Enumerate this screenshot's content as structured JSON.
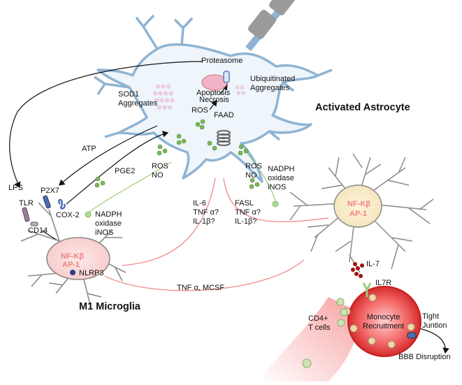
{
  "neuron": {
    "proteasome": "Proteasome",
    "ubiquitinated_aggregates": "Ubiquitinated\nAggregates",
    "sod1_aggregates": "SOD1\nAggregates",
    "apoptosis": "Apoptosis",
    "necrosis": "Necrosis",
    "ros": "ROS",
    "faad": "FAAD"
  },
  "signals": {
    "atp": "ATP",
    "lps": "LPS",
    "pge2": "PGE2",
    "ros_no_microglia": "ROS\nNO",
    "ros_no_astrocyte": "ROS\nNO",
    "cytokines_microglia": "IL-6\nTNF α?\nIL-1β?",
    "cytokines_astrocyte": "FASL\nTNF α?\nIL-1β?",
    "tnf_mcsf": "TNF α, MCSF"
  },
  "microglia": {
    "title": "M1 Microglia",
    "p2x7": "P2X7",
    "tlr": "TLR",
    "cox2": "COX-2",
    "cd14": "CD14",
    "nadph": "NADPH\noxidase\niNOS",
    "nfkb": "NF-Kβ",
    "ap1": "AP-1",
    "nlrp3": "NLRP3"
  },
  "astrocyte": {
    "title": "Activated Astrocyte",
    "nadph": "NADPH\noxidase\niNOS",
    "nfkb": "NF-Kβ",
    "ap1": "AP-1",
    "il7": "IL-7",
    "il7r": "IL7R"
  },
  "vessel": {
    "cd4": "CD4+\nT cells",
    "monocyte": "Monocyte\nRecruitment",
    "tight_junction": "Tight\nJuntion",
    "bbb": "BBB Disruption"
  },
  "colors": {
    "neuron_fill": "#eef5fb",
    "neuron_stroke": "#8fb4d3",
    "astro_fill": "#fbf3e0",
    "astro_stroke": "#8a8a8a",
    "micro_fill": "#fbe3e3",
    "micro_stroke": "#8a8a8a",
    "signal_red": "#f08080",
    "vesicle_green": "#7cb75a",
    "il7_red": "#a01010",
    "vessel_red": "#e53b3b"
  }
}
